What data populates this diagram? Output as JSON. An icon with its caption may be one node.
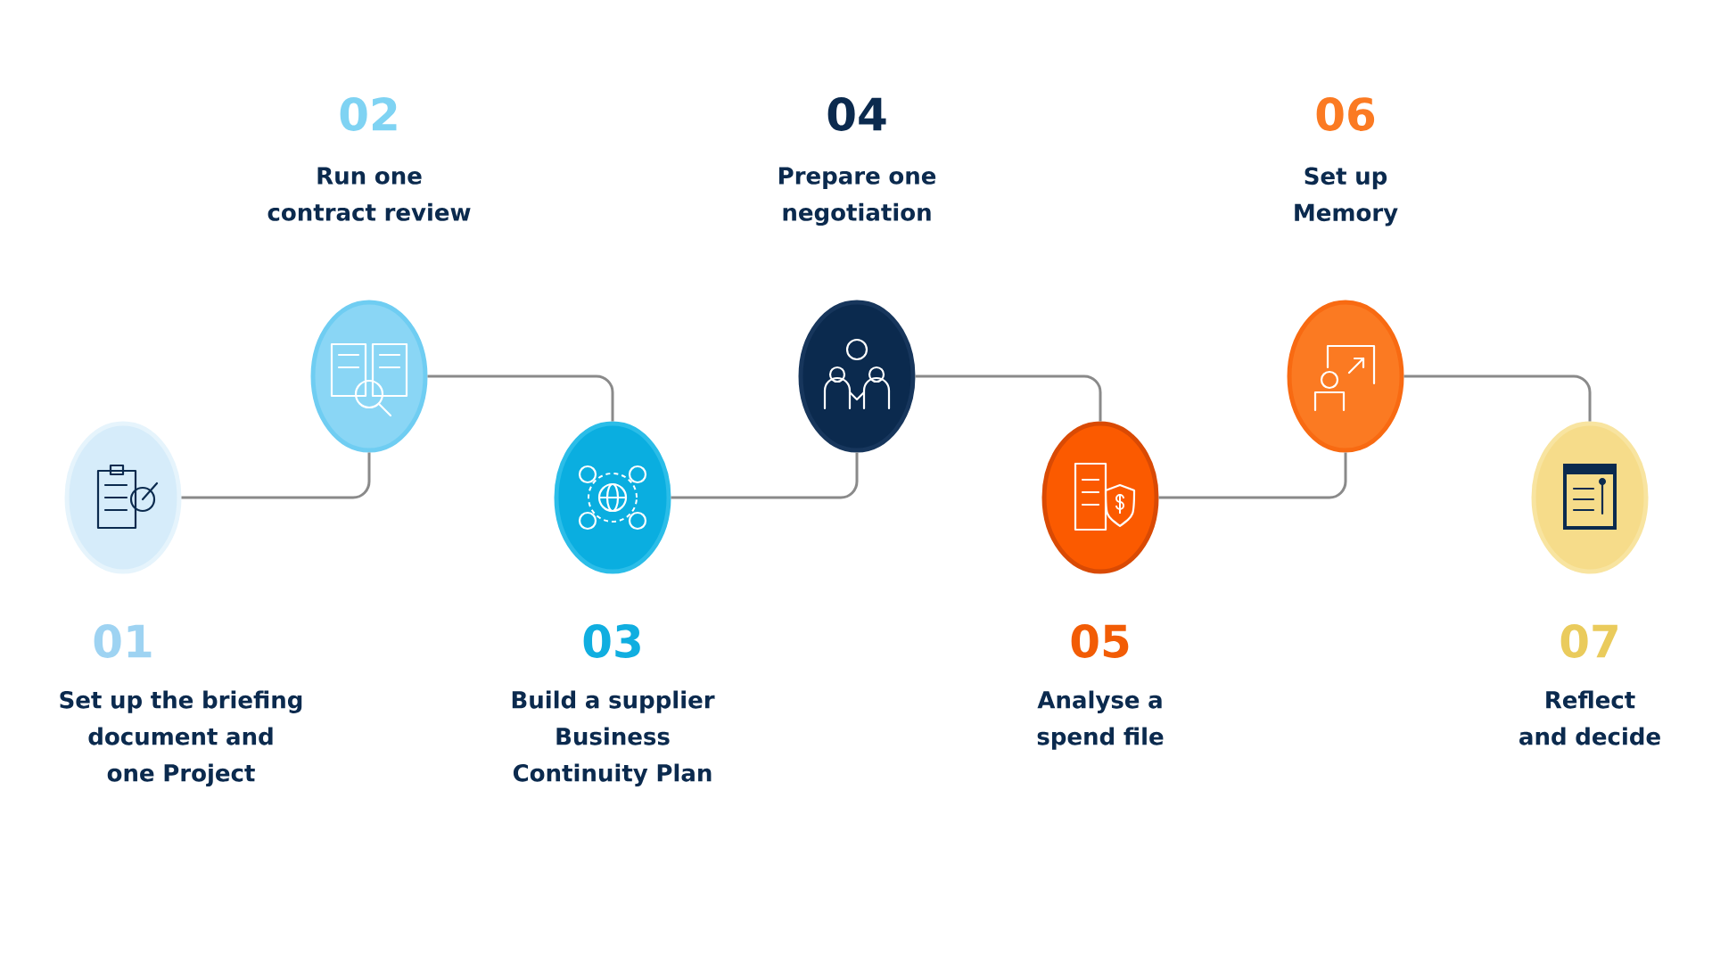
{
  "diagram": {
    "nodes": [
      {
        "text": [
          "01",
          "Set up the briefing document and one Project"
        ]
      },
      {
        "text": [
          "02",
          "Run one contract review"
        ]
      },
      {
        "text": [
          "03",
          "Build a supplier Business Continuity Plan"
        ]
      },
      {
        "text": [
          "04",
          "Prepare one negotiation"
        ]
      },
      {
        "text": [
          "05",
          "Analyse a spend file"
        ]
      },
      {
        "text": [
          "06",
          "Set up Memory"
        ]
      },
      {
        "text": [
          "07",
          "Reflect and decide"
        ]
      }
    ],
    "edges": [
      {
        "from": 0,
        "to": 1,
        "arrow": "none"
      },
      {
        "from": 1,
        "to": 2,
        "arrow": "none"
      },
      {
        "from": 2,
        "to": 3,
        "arrow": "none"
      },
      {
        "from": 3,
        "to": 4,
        "arrow": "none"
      },
      {
        "from": 4,
        "to": 5,
        "arrow": "none"
      },
      {
        "from": 5,
        "to": 6,
        "arrow": "none"
      }
    ]
  }
}
